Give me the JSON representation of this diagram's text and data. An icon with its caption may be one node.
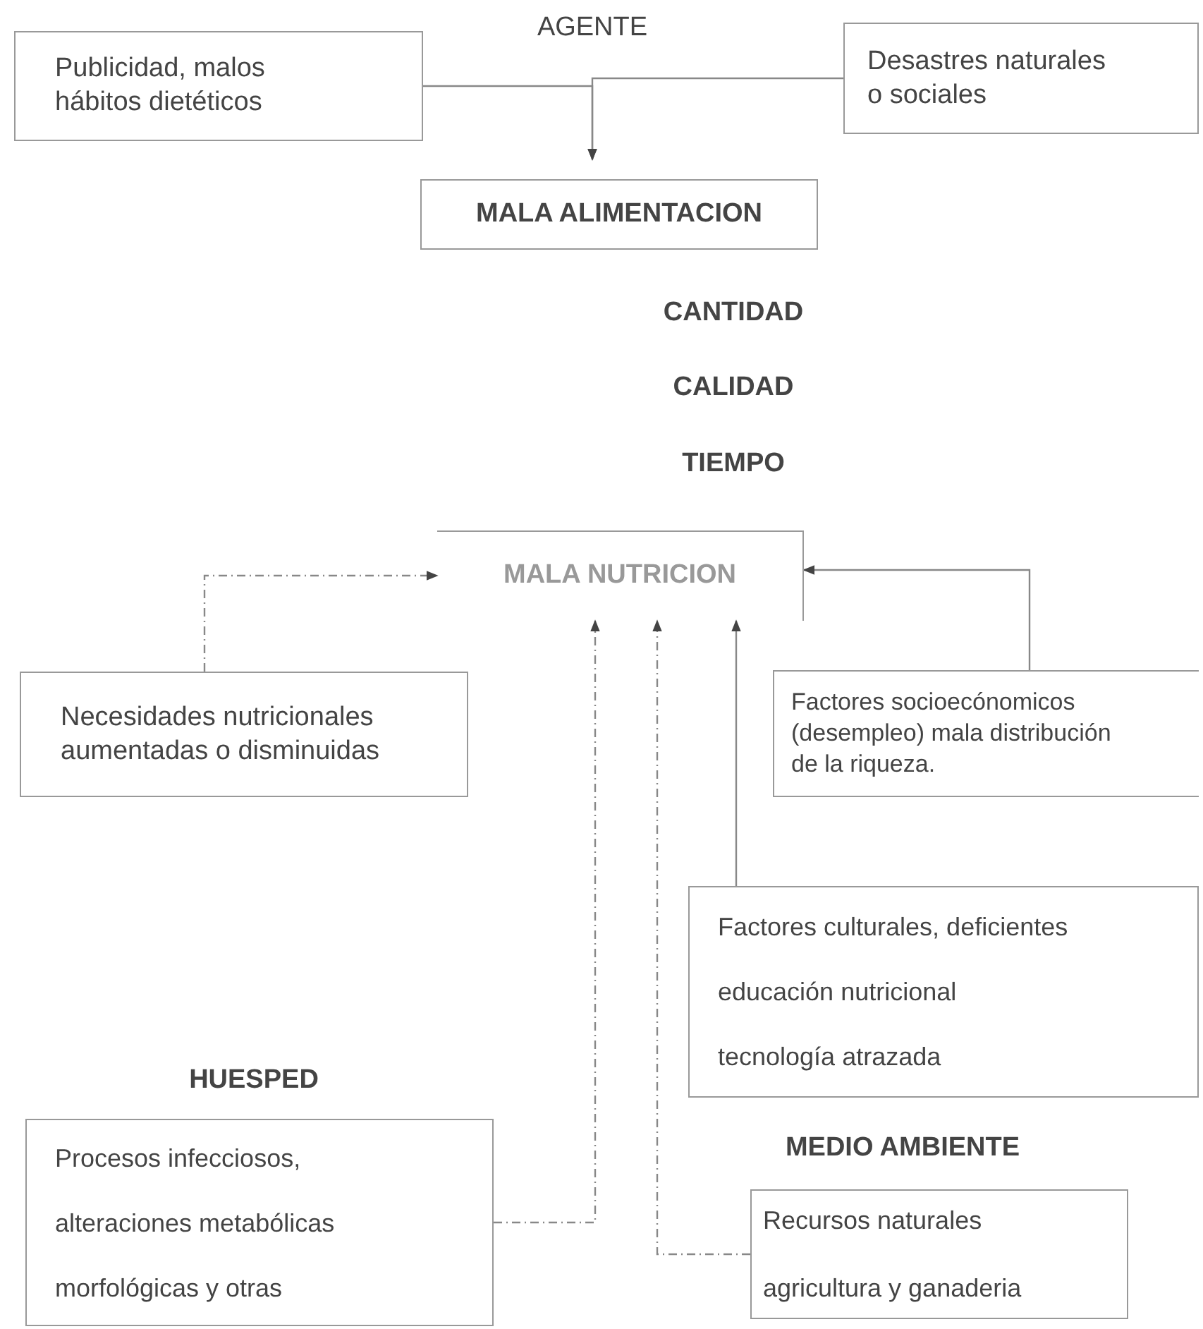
{
  "diagram": {
    "nodes": [
      {
        "text": [
          "Publicidad, malos hábitos dietéticos"
        ]
      },
      {
        "text": [
          "Desastres naturales o sociales"
        ]
      },
      {
        "text": [
          "MALA ALIMENTACION"
        ]
      },
      {
        "text": [
          "MALA NUTRICION"
        ]
      },
      {
        "text": [
          "Necesidades nutricionales aumentadas o disminuidas"
        ]
      },
      {
        "text": [
          "Factores socioecónomicos (desempleo) mala distribución de la riqueza."
        ]
      },
      {
        "text": [
          "Factores culturales, deficientes",
          "educación nutricional",
          "tecnología atrazada"
        ]
      },
      {
        "text": [
          "Procesos infecciosos,",
          "alteraciones metabólicas",
          "morfológicas y otras"
        ]
      },
      {
        "text": [
          "Recursos naturales",
          "agricultura y ganaderia"
        ]
      }
    ],
    "edges": [
      {
        "from": 0,
        "to": 2,
        "arrow": "to"
      },
      {
        "from": 1,
        "to": 2,
        "arrow": "to"
      },
      {
        "from": 4,
        "to": 3,
        "arrow": "to",
        "style": "dashed"
      },
      {
        "from": 5,
        "to": 3,
        "arrow": "to"
      },
      {
        "from": 7,
        "to": 3,
        "arrow": "to",
        "style": "dashed"
      },
      {
        "from": 8,
        "to": 3,
        "arrow": "to",
        "style": "dashed"
      },
      {
        "from": 6,
        "to": 3,
        "arrow": "to"
      }
    ],
    "labels": [
      "AGENTE",
      "CANTIDAD",
      "CALIDAD",
      "TIEMPO",
      "HUESPED",
      "MEDIO AMBIENTE"
    ]
  }
}
